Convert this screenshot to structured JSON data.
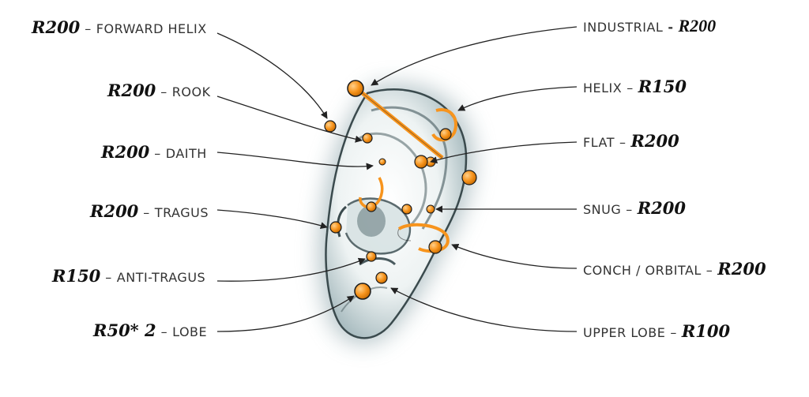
{
  "labels": {
    "forward_helix": {
      "price": "R200",
      "sep": "–",
      "part": "FORWARD HELIX"
    },
    "rook": {
      "price": "R200",
      "sep": "–",
      "part": "ROOK"
    },
    "daith": {
      "price": "R200",
      "sep": "–",
      "part": "DAITH"
    },
    "tragus": {
      "price": "R200",
      "sep": "–",
      "part": "TRAGUS"
    },
    "anti_tragus": {
      "price": "R150",
      "sep": "–",
      "part": "ANTI-TRAGUS"
    },
    "lobe": {
      "price": "R50* 2",
      "sep": "–",
      "part": "LOBE"
    },
    "industrial": {
      "part": "INDUSTRIAL",
      "sep": "-",
      "price": "R200"
    },
    "helix": {
      "part": "HELIX",
      "sep": "–",
      "price": "R150"
    },
    "flat": {
      "part": "FLAT",
      "sep": "–",
      "price": "R200"
    },
    "snug": {
      "part": "SNUG",
      "sep": "–",
      "price": "R200"
    },
    "conch_orbital": {
      "part": "CONCH / ORBITAL",
      "sep": "–",
      "price": "R200"
    },
    "upper_lobe": {
      "part": "UPPER LOBE",
      "sep": "–",
      "price": "R100"
    }
  },
  "colors": {
    "jewelry": "#f7941d",
    "jewelry_outline": "#1a1a1a",
    "ear_shadow": "#7f9aa0",
    "ear_fill": "#eef3f3",
    "leader_line": "#222222"
  }
}
